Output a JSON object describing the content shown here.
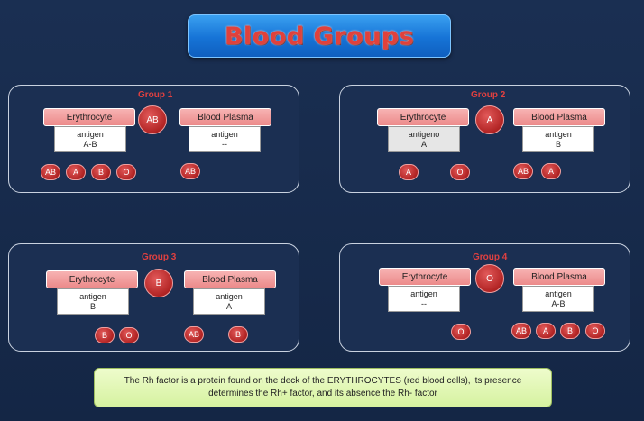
{
  "title": "Blood Groups",
  "groups": [
    {
      "title": "Group 1",
      "erythrocyte_label": "Erythrocyte",
      "plasma_label": "Blood Plasma",
      "ery_line1": "antigen",
      "ery_line2": "A-B",
      "pla_line1": "antigen",
      "pla_line2": "--",
      "center": "AB",
      "left_balls": [
        "AB",
        "A",
        "B",
        "O"
      ],
      "right_balls": [
        "AB"
      ]
    },
    {
      "title": "Group  2",
      "erythrocyte_label": "Erythrocyte",
      "plasma_label": "Blood Plasma",
      "ery_line1": "antigeno",
      "ery_line2": "A",
      "pla_line1": "antigen",
      "pla_line2": "B",
      "center": "A",
      "left_balls": [
        "A",
        "O"
      ],
      "right_balls": [
        "AB",
        "A"
      ]
    },
    {
      "title": "Group  3",
      "erythrocyte_label": "Erythrocyte",
      "plasma_label": "Blood Plasma",
      "ery_line1": "antigen",
      "ery_line2": "B",
      "pla_line1": "antigen",
      "pla_line2": "A",
      "center": "B",
      "left_balls": [
        "B",
        "O"
      ],
      "right_balls": [
        "AB",
        "B"
      ]
    },
    {
      "title": "Group  4",
      "erythrocyte_label": "Erythrocyte",
      "plasma_label": "Blood Plasma",
      "ery_line1": "antigen",
      "ery_line2": "--",
      "pla_line1": "antigen",
      "pla_line2": "A-B",
      "center": "O",
      "left_balls": [
        "O"
      ],
      "right_balls": [
        "AB",
        "A",
        "B",
        "O"
      ]
    }
  ],
  "note_line1": "The Rh factor is a protein found on the deck of the ERYTHROCYTES (red blood cells), its presence",
  "note_line2": "determines the Rh+ factor, and its absence the Rh- factor",
  "colors": {
    "in_arrow": "#bfe0f5",
    "out_arrow": "#d7ecb8",
    "ball": "#b22424",
    "title_text": "#e0413c"
  }
}
